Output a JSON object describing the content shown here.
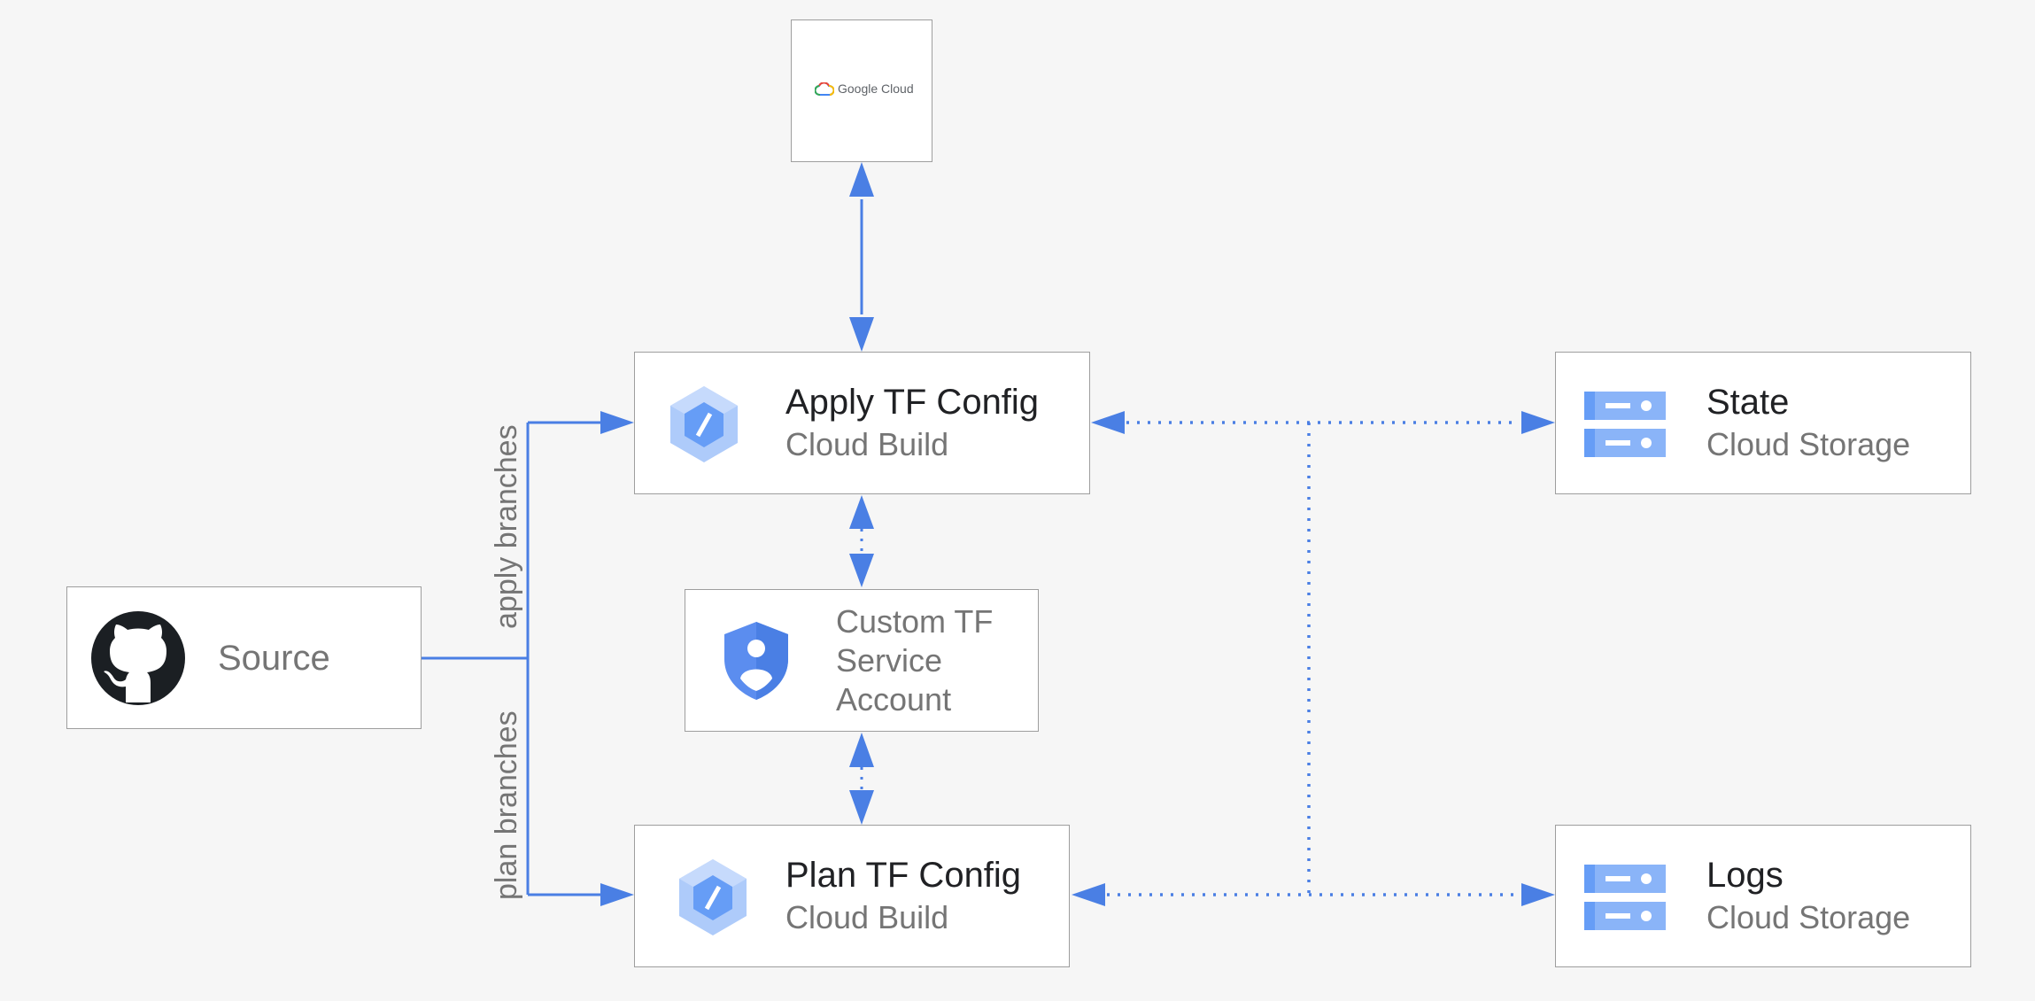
{
  "nodes": {
    "google_cloud": {
      "logo_text": "Google Cloud"
    },
    "apply": {
      "title": "Apply TF Config",
      "subtitle": "Cloud Build"
    },
    "plan": {
      "title": "Plan TF Config",
      "subtitle": "Cloud Build"
    },
    "service_account": {
      "lines": [
        "Custom TF",
        "Service",
        "Account"
      ]
    },
    "source": {
      "title": "Source"
    },
    "state": {
      "title": "State",
      "subtitle": "Cloud Storage"
    },
    "logs": {
      "title": "Logs",
      "subtitle": "Cloud Storage"
    }
  },
  "edges": {
    "apply_branch_label": "apply branches",
    "plan_branch_label": "plan branches"
  },
  "colors": {
    "arrow": "#4a7fe4",
    "dotted": "#4a7fe4",
    "box_border": "#9e9e9e",
    "background": "#f6f6f6",
    "cloud_build_icon": "#aecbfa",
    "storage_icon": "#8ab4f8",
    "shield_icon": "#5b8def",
    "github_icon": "#1b1f23"
  },
  "icons": {
    "apply": "cloud-build-icon",
    "plan": "cloud-build-icon",
    "service_account": "shield-user-icon",
    "source": "github-icon",
    "state": "cloud-storage-icon",
    "logs": "cloud-storage-icon",
    "google_cloud": "google-cloud-logo"
  }
}
